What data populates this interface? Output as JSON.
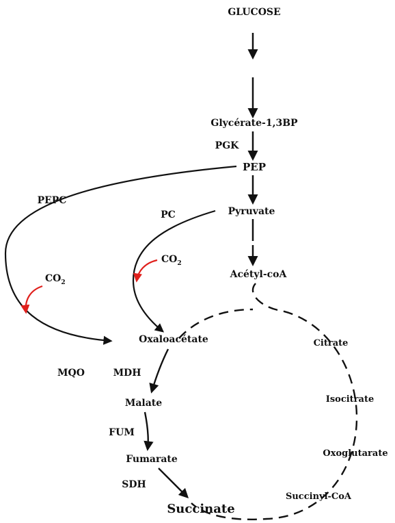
{
  "colors": {
    "arrow": "#111111",
    "co2_arrow": "#e0201c",
    "background": "#ffffff"
  },
  "metabolites": {
    "glucose": "GLUCOSE",
    "glycerate": "Glycérate-1,3BP",
    "pep": "PEP",
    "pyruvate": "Pyruvate",
    "acetyl_coa": "Acétyl-coA",
    "oxaloacetate": "Oxaloacétate",
    "malate": "Malate",
    "fumarate": "Fumarate",
    "succinate": "Succinate",
    "citrate": "Citrate",
    "isocitrate": "Isocitrate",
    "oxoglutarate": "Oxoglutarate",
    "succinyl_coa": "Succinyl-CoA"
  },
  "enzymes": {
    "pgk": "PGK",
    "pepc": "PEPC",
    "pc": "PC",
    "mqo": "MQO",
    "mdh": "MDH",
    "fum": "FUM",
    "sdh": "SDH"
  },
  "co2": {
    "base": "CO",
    "subscript": "2"
  }
}
